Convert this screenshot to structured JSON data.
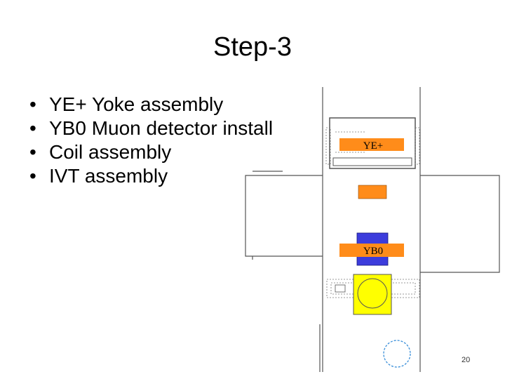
{
  "slide": {
    "title": "Step-3",
    "bullets": [
      "YE+ Yoke assembly",
      "YB0 Muon detector install",
      "Coil assembly",
      "IVT assembly"
    ],
    "bullet_glyph": "•",
    "page_number": "20"
  },
  "diagram": {
    "ye_plus_label": "YE+",
    "yb0_label": "YB0",
    "colors": {
      "orange": "#ff8c1a",
      "blue": "#3c3cdc",
      "yellow": "#ffff00",
      "circle": "#3a8fd9",
      "line": "#555555"
    }
  }
}
